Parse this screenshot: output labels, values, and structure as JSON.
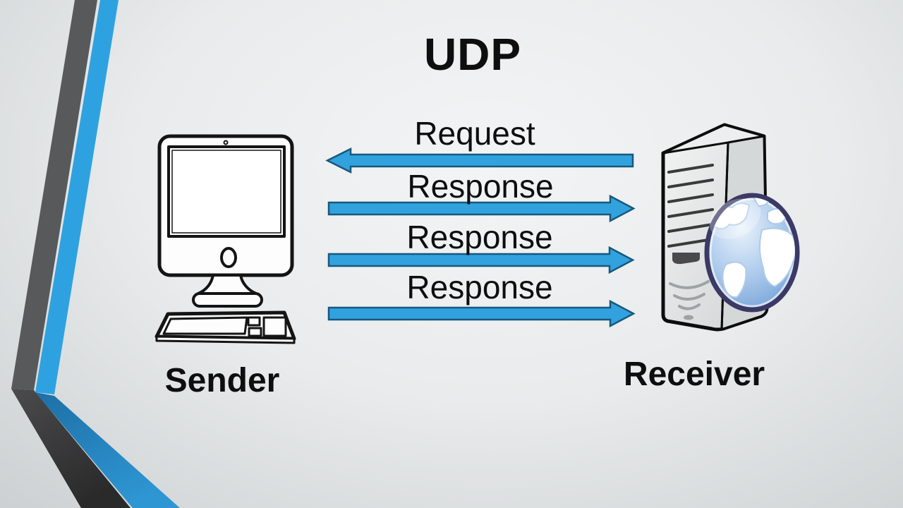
{
  "title": "UDP",
  "nodes": {
    "sender_label": "Sender",
    "receiver_label": "Receiver"
  },
  "messages": [
    {
      "label": "Request",
      "direction": "left"
    },
    {
      "label": "Response",
      "direction": "right"
    },
    {
      "label": "Response",
      "direction": "right"
    },
    {
      "label": "Response",
      "direction": "right"
    }
  ],
  "colors": {
    "arrow_fill": "#31A2DE",
    "arrow_outline": "#17587E",
    "stripe_gray": "#58595B",
    "stripe_gray_shadow_start": "#4B4B4D",
    "stripe_gray_shadow_end": "#2A2A2B",
    "stripe_blue": "#2EA2E0",
    "stripe_blue_shadow_start": "#1E6FA6",
    "stripe_blue_shadow_end": "#2E96D3",
    "text": "#0E0E0E"
  }
}
